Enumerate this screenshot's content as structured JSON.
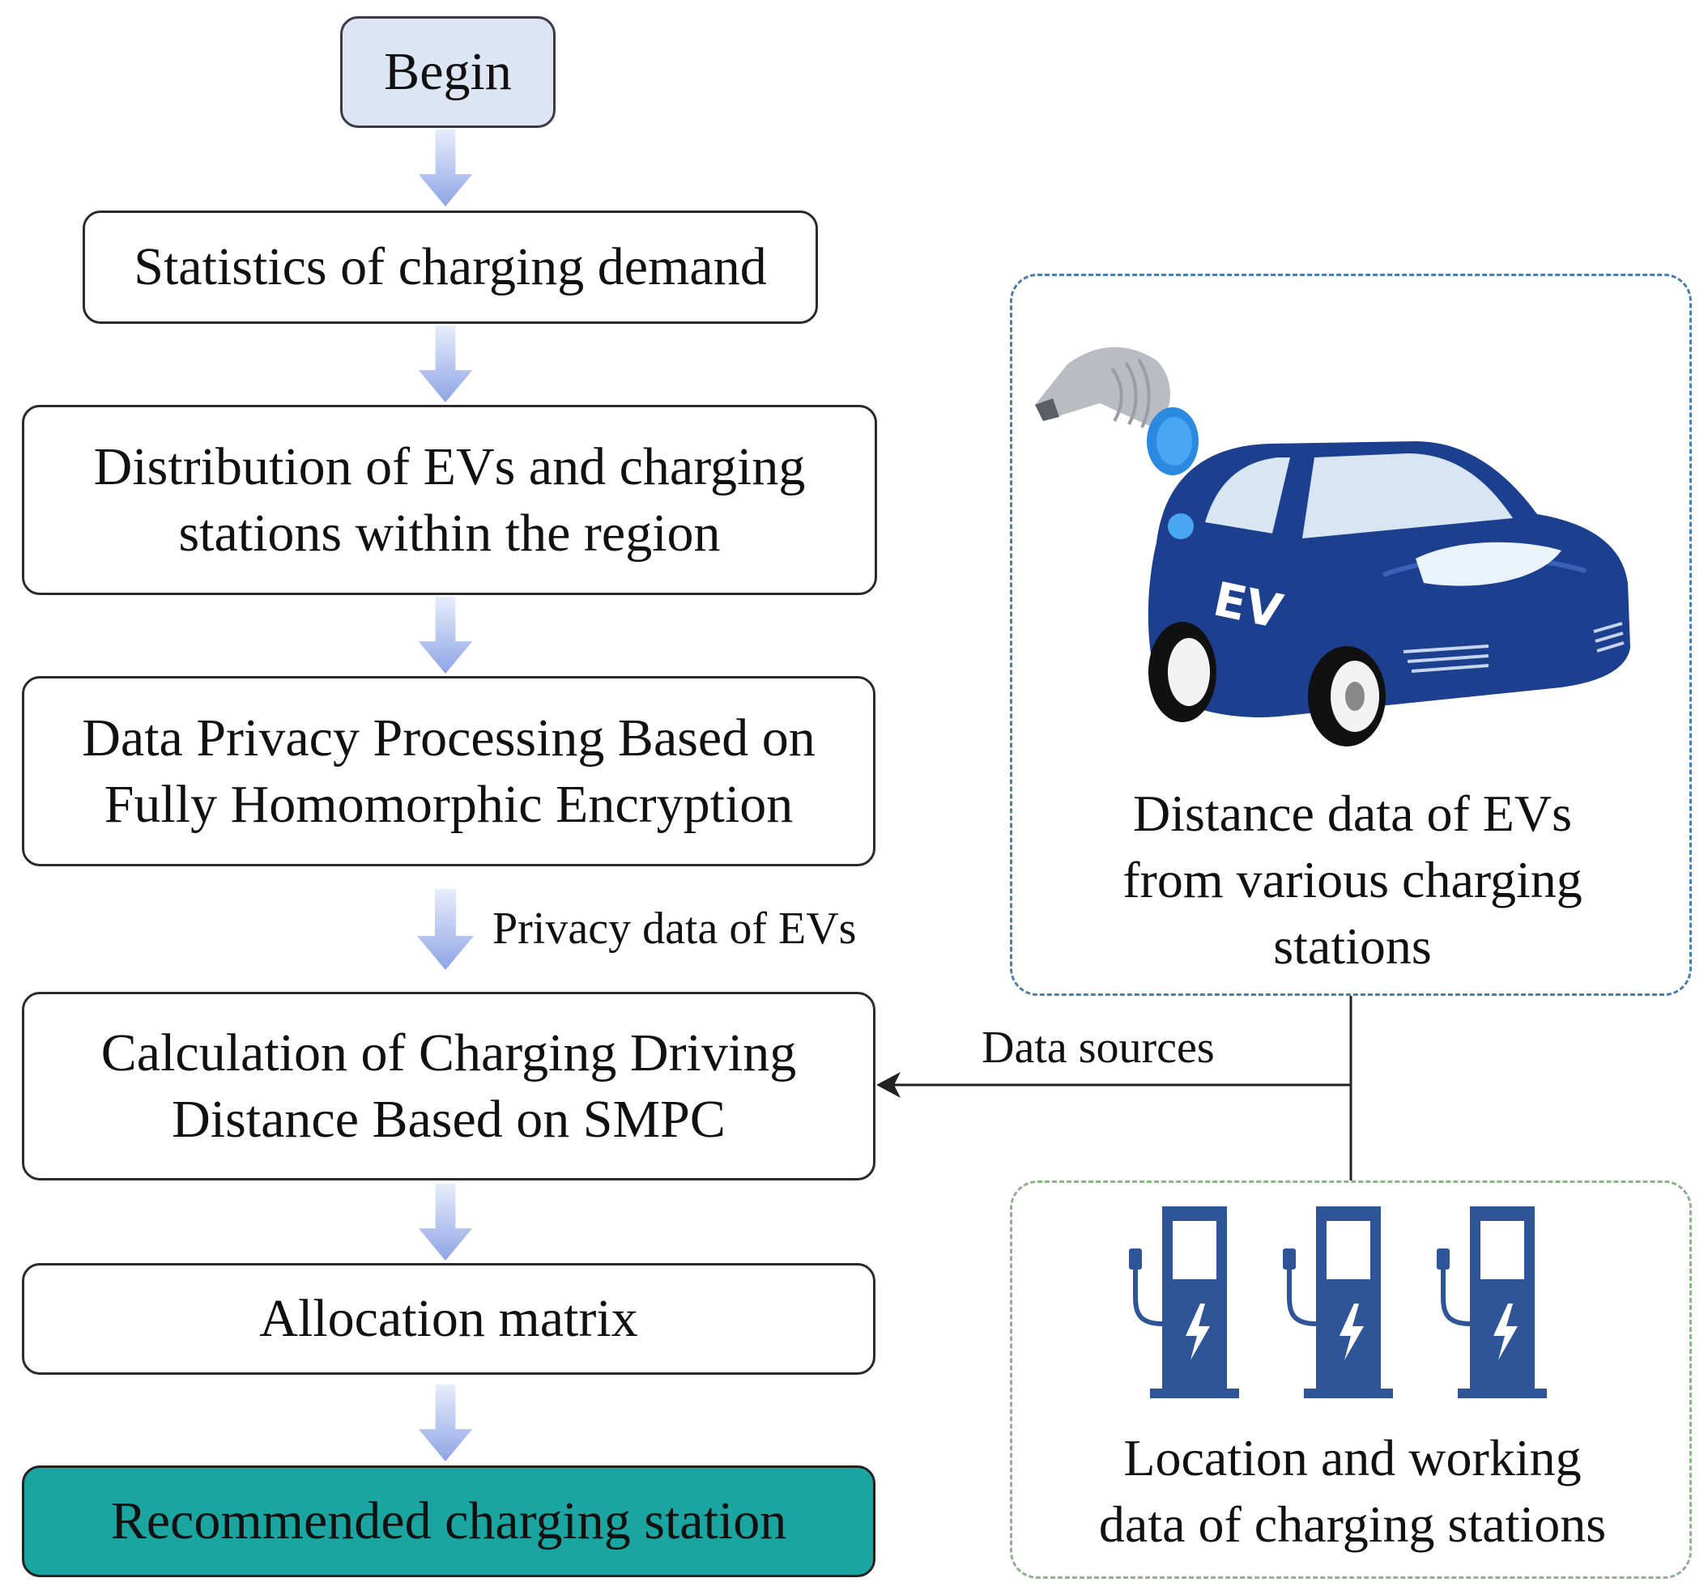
{
  "flow": {
    "begin": "Begin",
    "step1": "Statistics of charging demand",
    "step2": [
      "Distribution of EVs and charging",
      "stations within the region"
    ],
    "step3": [
      "Data Privacy Processing Based on",
      "Fully Homomorphic Encryption"
    ],
    "step4": [
      "Calculation of Charging Driving",
      "Distance Based on SMPC"
    ],
    "step5": "Allocation matrix",
    "step6": "Recommended charging station"
  },
  "arrow_labels": {
    "privacy": "Privacy data of EVs",
    "sources": "Data sources"
  },
  "panels": {
    "ev": {
      "text": [
        "Distance data of EVs",
        "from various charging",
        "stations"
      ],
      "badge": "EV"
    },
    "stations": {
      "text": [
        "Location and working",
        "data of charging stations"
      ]
    }
  },
  "colors": {
    "begin_fill": "#dde5f5",
    "final_fill": "#1aa5a0",
    "flow_arrow": "#9fb2ea",
    "car_body": "#1d3f8f",
    "station": "#2f5599",
    "ev_panel_border": "#4a7fab",
    "station_panel_border": "#8fb28a"
  },
  "icons": [
    "flow-arrow-icon",
    "ev-car-icon",
    "charger-plug-icon",
    "charging-station-icon",
    "lightning-icon"
  ]
}
